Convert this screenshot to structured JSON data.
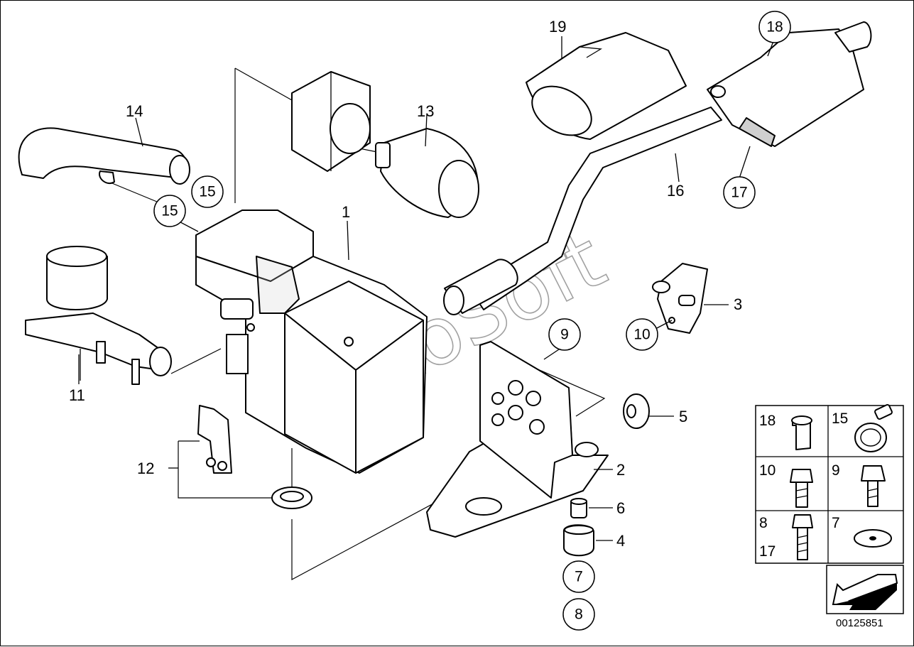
{
  "diagram_id": "00125851",
  "watermark": "AutoSoft",
  "callouts": {
    "p1": "1",
    "p2": "2",
    "p3": "3",
    "p4": "4",
    "p5": "5",
    "p6": "6",
    "p7": "7",
    "p8": "8",
    "p9": "9",
    "p10": "10",
    "p11": "11",
    "p12": "12",
    "p13": "13",
    "p14": "14",
    "p15a": "15",
    "p15b": "15",
    "p16": "16",
    "p17": "17",
    "p18": "18",
    "p19": "19"
  },
  "legend": {
    "cells": [
      {
        "row": 1,
        "col": 1,
        "labels": [
          "18"
        ],
        "part": "sleeve-nut"
      },
      {
        "row": 1,
        "col": 2,
        "labels": [
          "15"
        ],
        "part": "hose-clamp"
      },
      {
        "row": 2,
        "col": 1,
        "labels": [
          "10"
        ],
        "part": "hex-collar-screw"
      },
      {
        "row": 2,
        "col": 2,
        "labels": [
          "9"
        ],
        "part": "hex-bolt"
      },
      {
        "row": 3,
        "col": 1,
        "labels": [
          "8",
          "17"
        ],
        "part": "long-hex-bolt"
      },
      {
        "row": 3,
        "col": 2,
        "labels": [
          "7"
        ],
        "part": "washer"
      }
    ]
  },
  "colors": {
    "line": "#000000",
    "background": "#ffffff",
    "shade": "#cfcfcf"
  }
}
